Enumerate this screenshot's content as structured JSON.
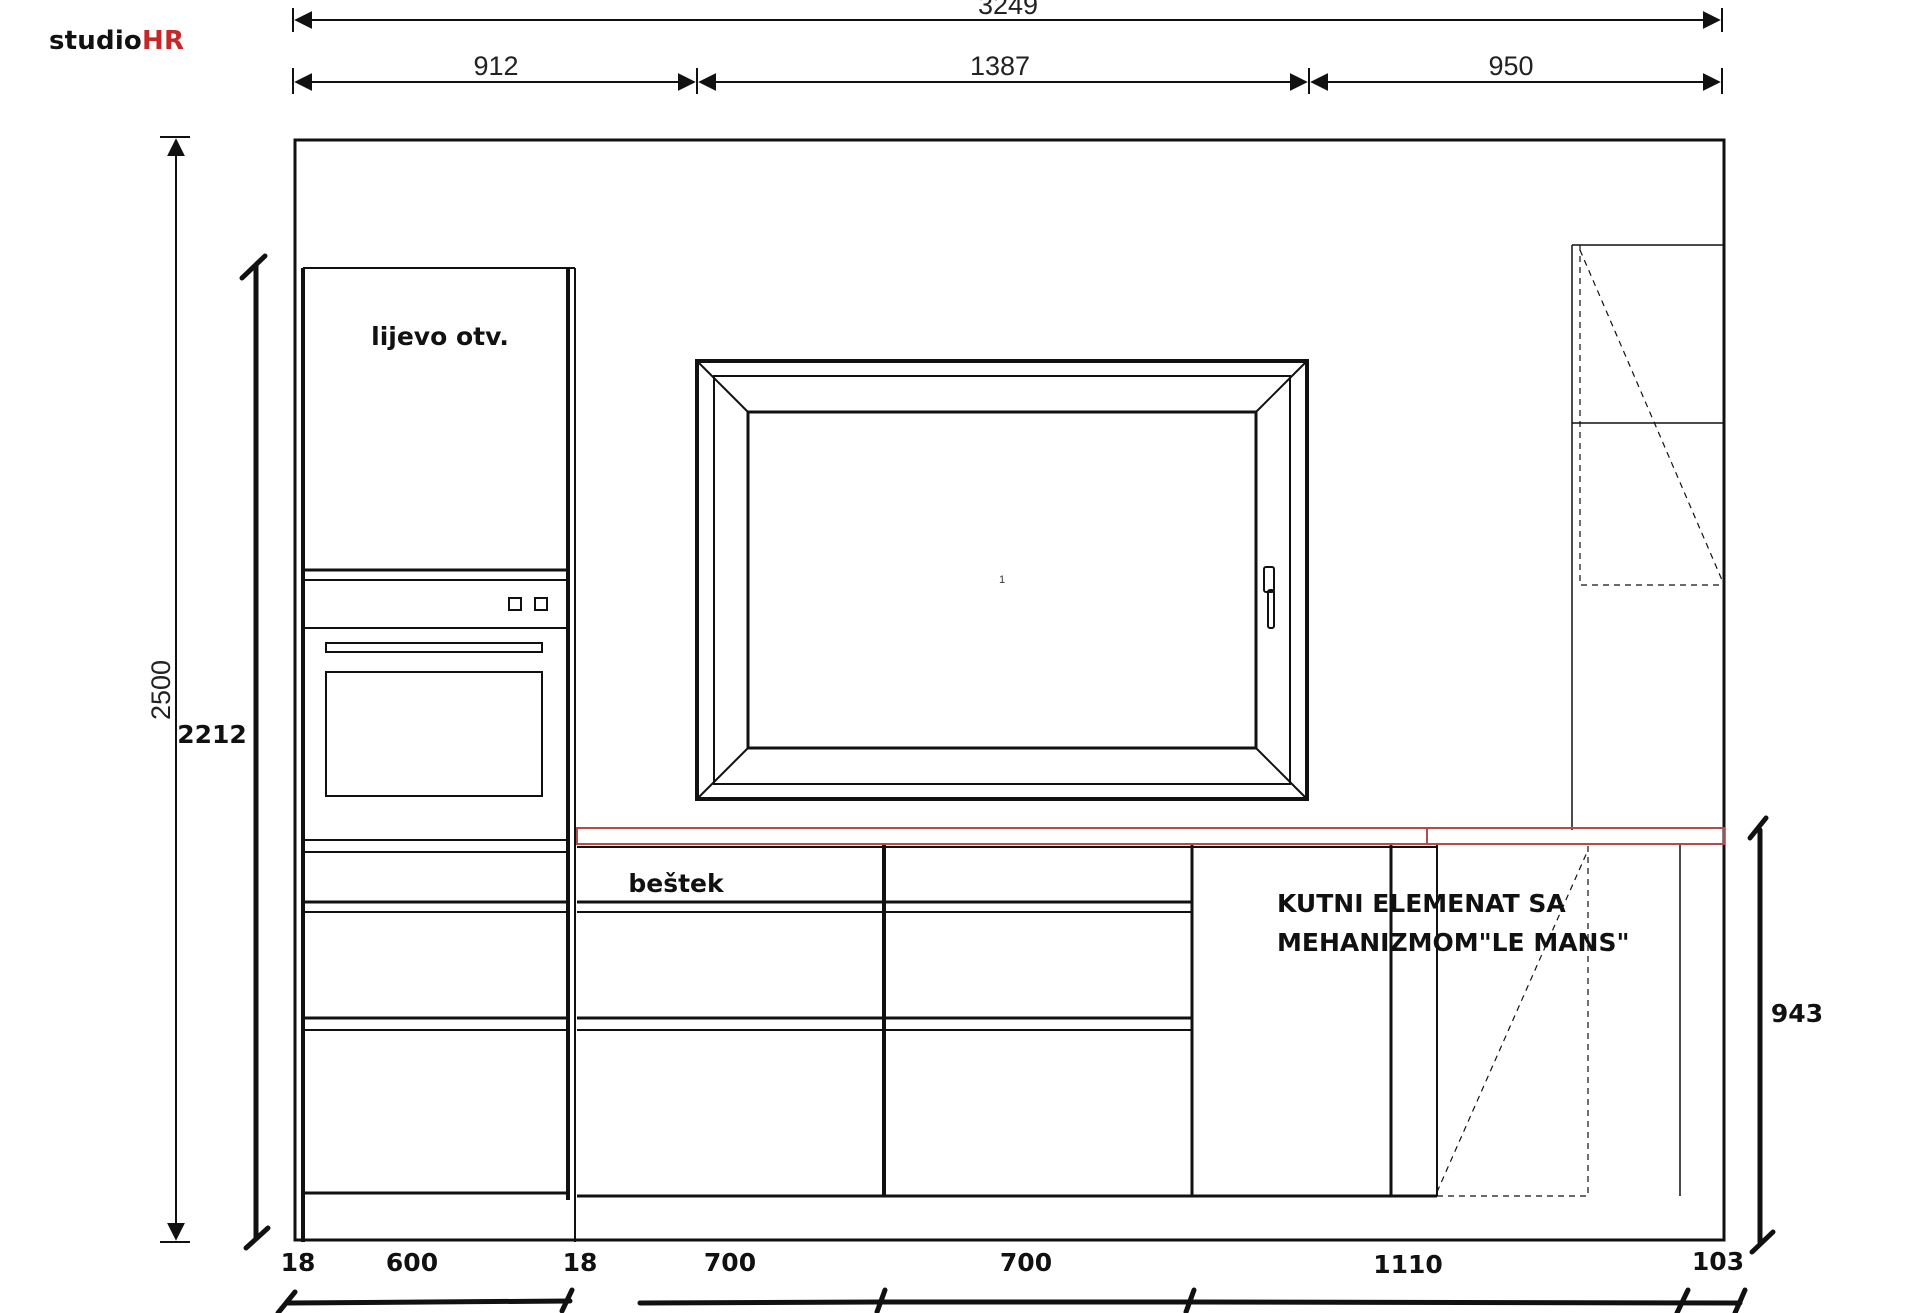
{
  "brand": {
    "studio": "studio",
    "hr": "HR",
    "accent_color": "#c62828"
  },
  "dimensions_top": {
    "overall": "3249",
    "segments": [
      "912",
      "1387",
      "950"
    ]
  },
  "dimensions_left": {
    "room_height": "2500",
    "tall_unit_height": "2212"
  },
  "dimensions_right": {
    "counter_height": "943"
  },
  "dimensions_bottom": [
    "18",
    "600",
    "18",
    "700",
    "700",
    "1110",
    "103"
  ],
  "labels": {
    "tall_cabinet": "lijevo otv.",
    "cutlery_drawer": "beštek",
    "corner_line1": "KUTNI ELEMENAT SA",
    "corner_line2": "MEHANIZMOM\"LE MANS\"",
    "window_mark": "1"
  },
  "colors": {
    "line": "#111111",
    "countertop": "#b54a4a"
  }
}
